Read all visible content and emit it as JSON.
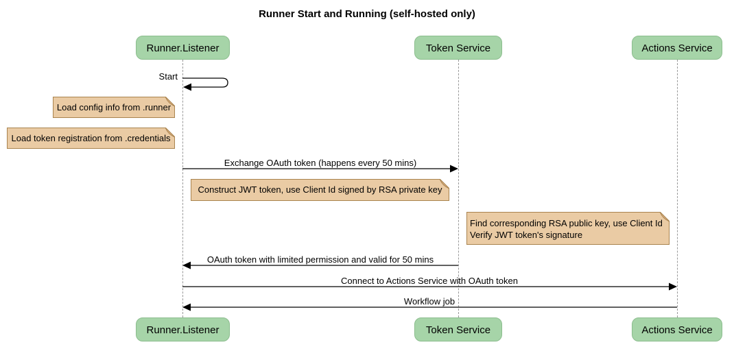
{
  "title": "Runner Start and Running (self-hosted only)",
  "participants": [
    {
      "name": "Runner.Listener"
    },
    {
      "name": "Token Service"
    },
    {
      "name": "Actions Service"
    }
  ],
  "messages": {
    "start": "Start",
    "exchange": "Exchange OAuth token (happens every 50 mins)",
    "oauth_return": "OAuth token with limited permission and valid for 50 mins",
    "connect": "Connect to Actions Service with OAuth token",
    "workflow": "Workflow job"
  },
  "notes": {
    "load_config": "Load config info from .runner",
    "load_credentials": "Load token registration from .credentials",
    "construct_jwt": "Construct JWT token, use Client Id signed by RSA private key",
    "verify_jwt": {
      "line1": "Find corresponding RSA public key, use Client Id",
      "line2": "Verify JWT token's signature"
    }
  },
  "colors": {
    "actor_fill": "#a6d4a8",
    "actor_border": "#8bbd8d",
    "note_fill": "#eacba4",
    "note_border": "#a9834e",
    "lifeline": "#999999",
    "line": "#000000"
  }
}
